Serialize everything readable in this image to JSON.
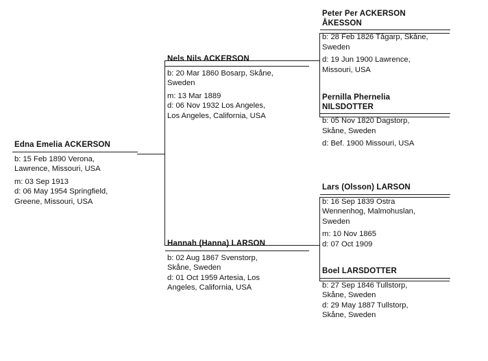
{
  "chart": {
    "type": "genealogy-pedigree-chart",
    "generations": 3,
    "title": ""
  },
  "people": {
    "subject": {
      "id": "edna",
      "name": "Edna Emelia ACKERSON",
      "birth": "b: 15 Feb 1890 Verona,\nLawrence, Missouri, USA",
      "marriage": "m: 03 Sep 1913",
      "death": "d: 06 May 1954 Springfield,\nGreene, Missouri, USA"
    },
    "father": {
      "id": "nels",
      "name": "Nels Nils ACKERSON",
      "birth": "b: 20 Mar 1860 Bosarp, Skåne,\nSweden",
      "marriage": "m: 13 Mar 1889",
      "death": "d: 06 Nov 1932 Los Angeles,\nLos Angeles, California, USA"
    },
    "mother": {
      "id": "hannah",
      "name": "Hannah (Hanna) LARSON",
      "birth": "b: 02 Aug 1867 Svenstorp,\nSkåne, Sweden",
      "marriage": "",
      "death": "d: 01 Oct 1959 Artesia, Los\nAngeles, California, USA"
    },
    "paternal_grandfather": {
      "id": "peter",
      "name": "Peter Per ACKERSON\nÅKESSON",
      "birth": "b: 28 Feb 1826 Tågarp, Skåne,\nSweden",
      "marriage": "",
      "death": "d: 19 Jun 1900 Lawrence,\nMissouri, USA"
    },
    "paternal_grandmother": {
      "id": "pernilla",
      "name": "Pernilla Phernelia\nNILSDOTTER",
      "birth": "b: 05 Nov 1820 Dagstorp,\nSkåne, Sweden",
      "marriage": "",
      "death": "d: Bef. 1900 Missouri, USA"
    },
    "maternal_grandfather": {
      "id": "lars",
      "name": "Lars (Olsson) LARSON",
      "birth": "b: 16 Sep 1839 Ostra\nWennenhog, Malmohuslan,\nSweden",
      "marriage": "m: 10 Nov 1865",
      "death": "d: 07 Oct 1909"
    },
    "maternal_grandmother": {
      "id": "boel",
      "name": "Boel LARSDOTTER",
      "birth": "b: 27 Sep 1846 Tullstorp,\nSkåne, Sweden",
      "marriage": "",
      "death": "d: 29 May 1887 Tullstorp,\nSkåne, Sweden"
    }
  },
  "colors": {
    "text": "#111111",
    "line": "#1a1a1a",
    "background": "#ffffff"
  }
}
